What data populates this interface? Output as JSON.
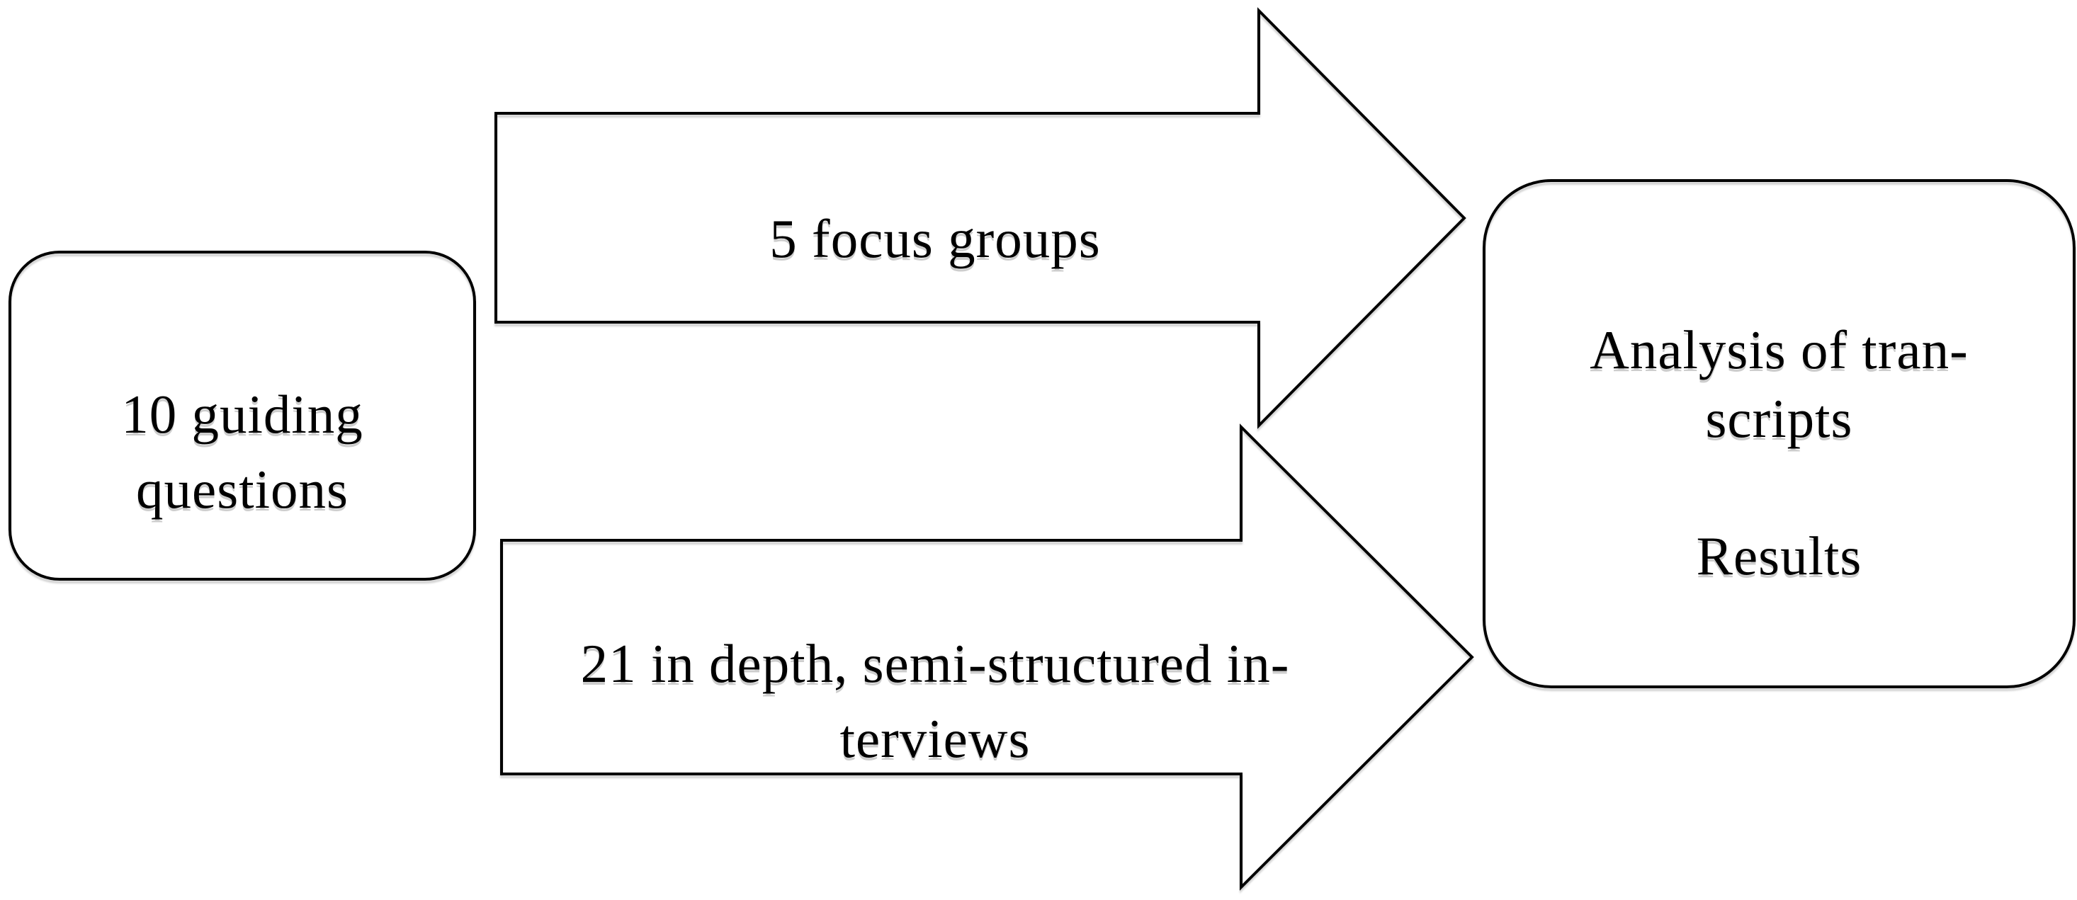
{
  "diagram": {
    "description": "Research methodology flow diagram",
    "colors": {
      "background": "#ffffff",
      "shape_fill": "#ffffff",
      "stroke": "#000000",
      "text": "#000000",
      "shadow": "#919191"
    },
    "left_box": {
      "lines": [
        "10 guiding",
        "questions"
      ]
    },
    "top_arrow": {
      "label": "5 focus groups"
    },
    "bottom_arrow": {
      "lines": [
        "21 in depth, semi-structured in-",
        "terviews"
      ]
    },
    "right_box": {
      "lines": [
        "Analysis of tran-",
        "scripts",
        "",
        "Results"
      ]
    }
  }
}
